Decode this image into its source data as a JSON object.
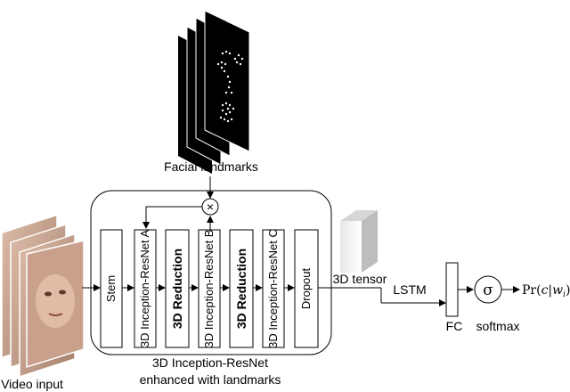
{
  "labels": {
    "facial_landmarks": "Facial landmarks",
    "video_input": "Video input",
    "tensor": "3D tensor",
    "lstm": "LSTM",
    "fc": "FC",
    "softmax": "softmax",
    "sigma": "σ",
    "multiply": "×",
    "output_prefix": "Pr(",
    "output_c": "c",
    "output_bar": "|",
    "output_w": "w",
    "output_sub": "i",
    "output_suffix": ")",
    "module_title_1": "3D Inception-ResNet",
    "module_title_2": "enhanced with landmarks"
  },
  "blocks": [
    {
      "label": "Stem"
    },
    {
      "label": "3D Inception-ResNet A"
    },
    {
      "label": "3D Reduction"
    },
    {
      "label": "3D Inception-ResNet B"
    },
    {
      "label": "3D Reduction"
    },
    {
      "label": "3D Inception-ResNet C"
    },
    {
      "label": "Dropout"
    }
  ]
}
